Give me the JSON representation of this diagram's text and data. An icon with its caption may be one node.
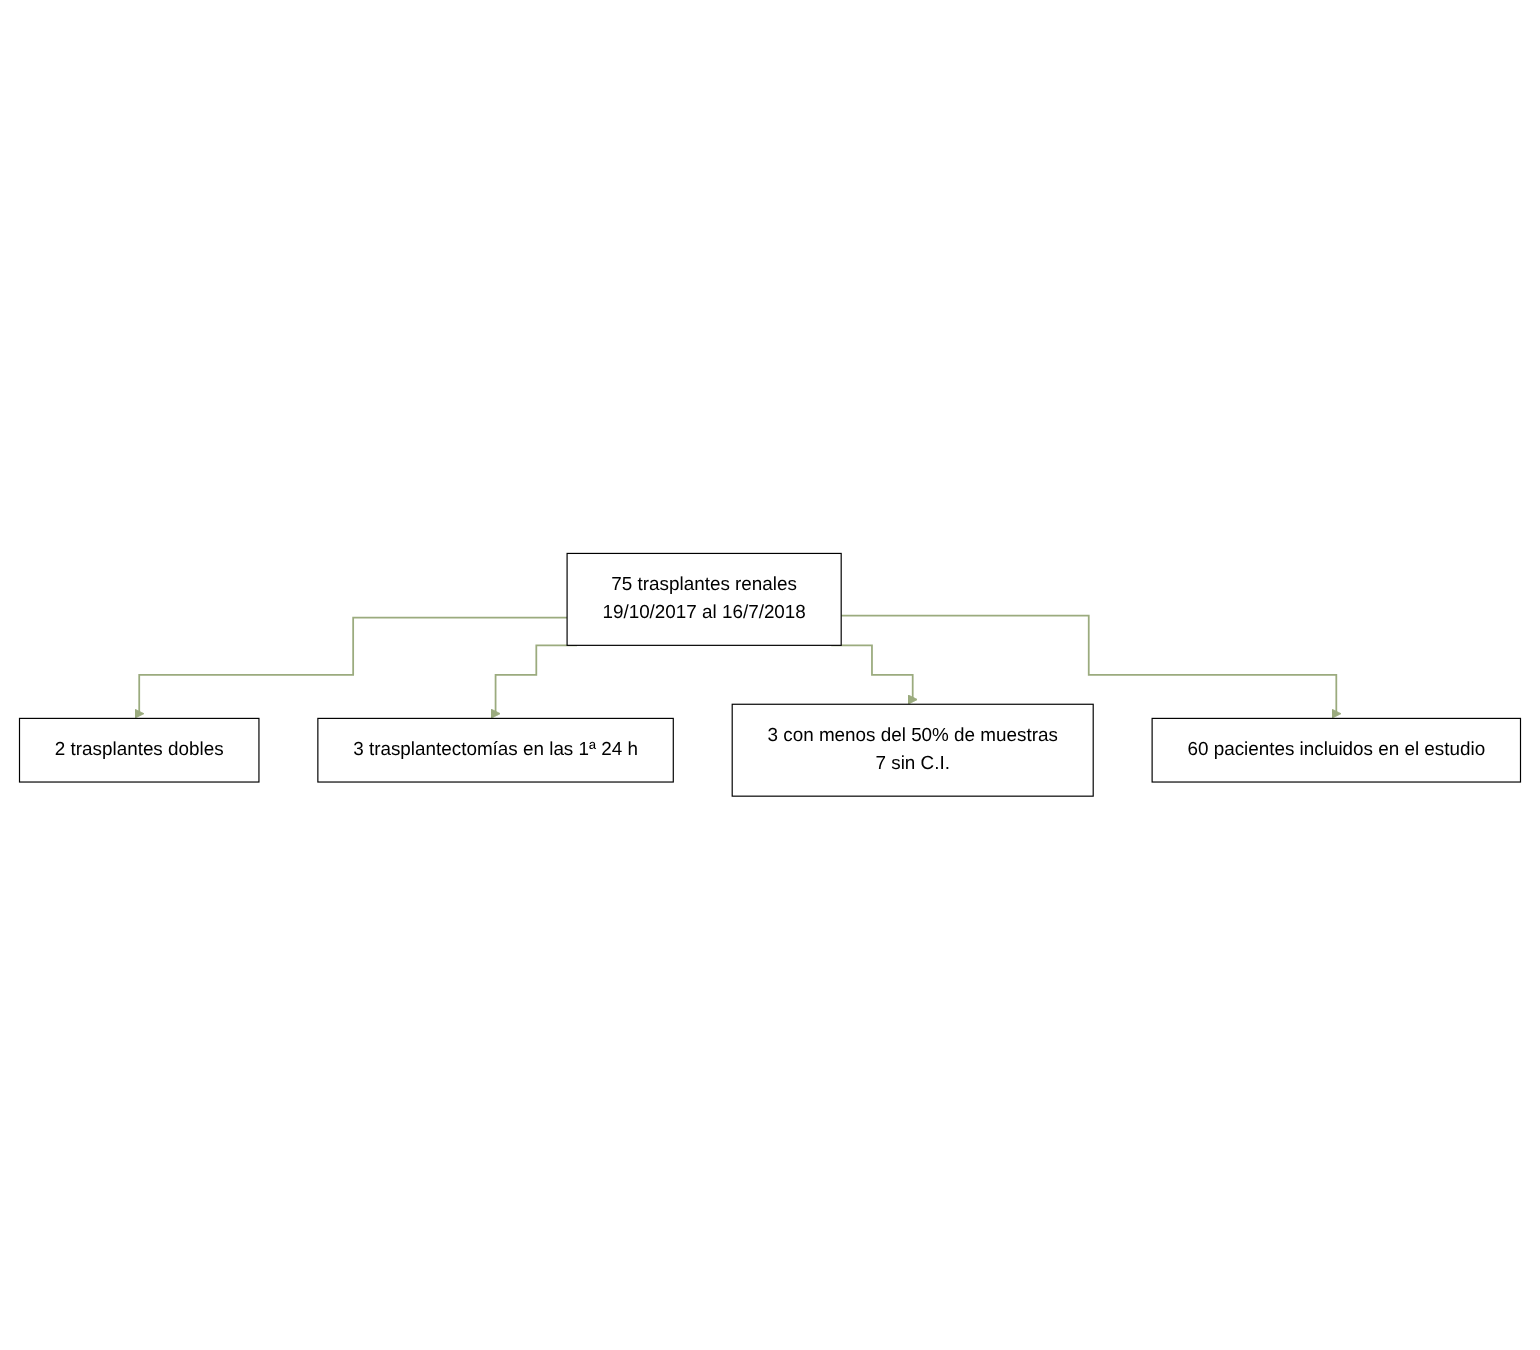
{
  "diagram": {
    "nodes": [
      {
        "text": [
          "75 trasplantes renales",
          "19/10/2017 al 16/7/2018"
        ]
      },
      {
        "text": [
          "2 trasplantes dobles"
        ]
      },
      {
        "text": [
          "3  trasplantectomías en las 1ª 24 h"
        ]
      },
      {
        "text": [
          "3 con menos del 50% de muestras",
          "7 sin C.I."
        ]
      },
      {
        "text": [
          "60 pacientes incluidos en el estudio"
        ]
      }
    ],
    "edges": [
      {
        "from": 0,
        "to": 1,
        "arrow": "to"
      },
      {
        "from": 0,
        "to": 2,
        "arrow": "to"
      },
      {
        "from": 0,
        "to": 3,
        "arrow": "to"
      },
      {
        "from": 0,
        "to": 4,
        "arrow": "to"
      }
    ]
  }
}
